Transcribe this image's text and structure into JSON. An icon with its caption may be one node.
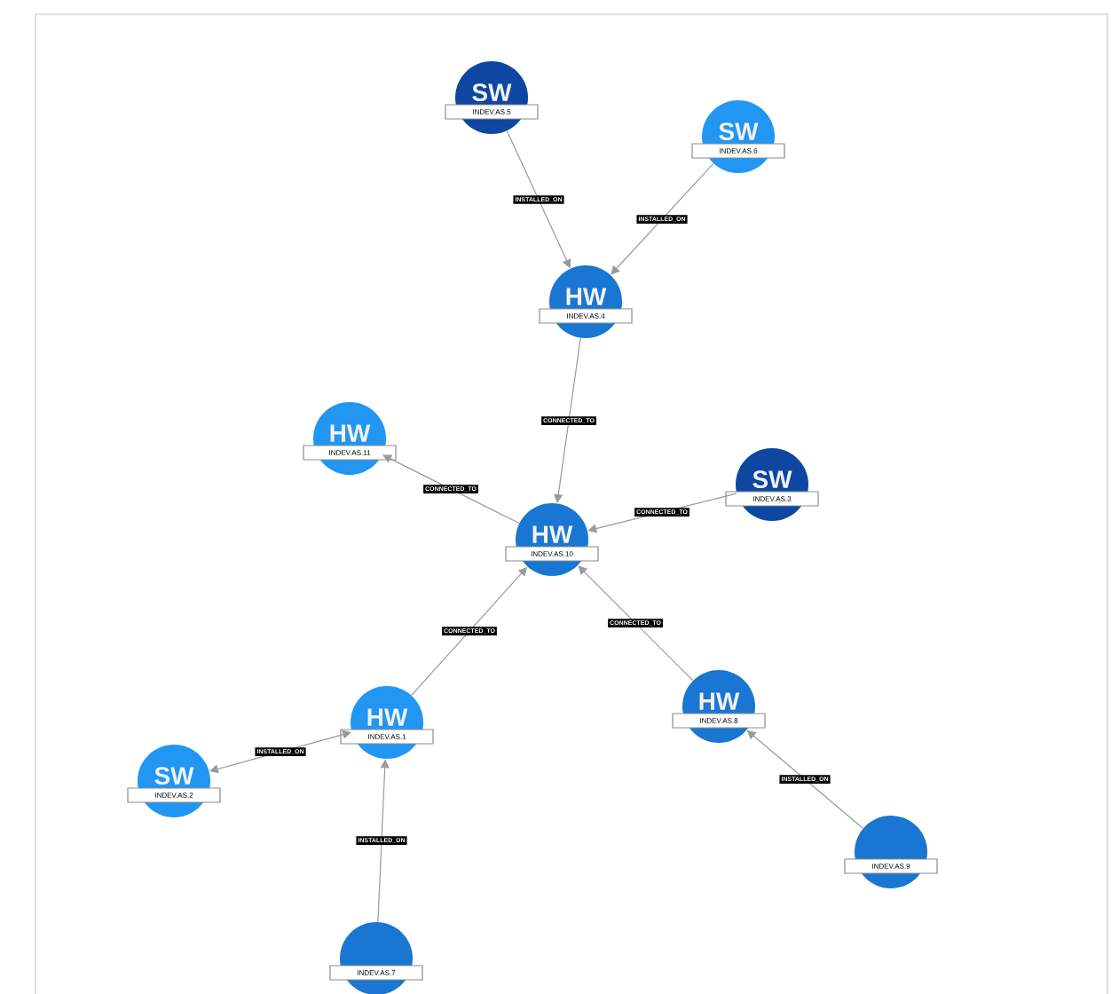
{
  "diagram": {
    "nodes": [
      {
        "text": [
          "SW",
          "INDEV.AS.5"
        ]
      },
      {
        "text": [
          "SW",
          "INDEV.AS.6"
        ]
      },
      {
        "text": [
          "HW",
          "INDEV.AS.4"
        ]
      },
      {
        "text": [
          "HW",
          "INDEV.AS.11"
        ]
      },
      {
        "text": [
          "SW",
          "INDEV.AS.3"
        ]
      },
      {
        "text": [
          "HW",
          "INDEV.AS.10"
        ]
      },
      {
        "text": [
          "HW",
          "INDEV.AS.1"
        ]
      },
      {
        "text": [
          "SW",
          "INDEV.AS.2"
        ]
      },
      {
        "text": [
          "HW",
          "INDEV.AS.8"
        ]
      },
      {
        "text": [
          "INDEV.AS.9"
        ]
      },
      {
        "text": [
          "INDEV.AS.7"
        ]
      }
    ],
    "edges": [
      {
        "from": 0,
        "to": 2,
        "arrow": "to",
        "label": "INSTALLED_ON"
      },
      {
        "from": 1,
        "to": 2,
        "arrow": "to",
        "label": "INSTALLED_ON"
      },
      {
        "from": 2,
        "to": 5,
        "arrow": "to",
        "label": "CONNECTED_TO"
      },
      {
        "from": 5,
        "to": 3,
        "arrow": "to",
        "label": "CONNECTED_TO"
      },
      {
        "from": 4,
        "to": 5,
        "arrow": "to",
        "label": "CONNECTED_TO"
      },
      {
        "from": 6,
        "to": 5,
        "arrow": "to",
        "label": "CONNECTED_TO"
      },
      {
        "from": 8,
        "to": 5,
        "arrow": "to",
        "label": "CONNECTED_TO"
      },
      {
        "from": 6,
        "to": 7,
        "arrow": "both",
        "label": "INSTALLED_ON"
      },
      {
        "from": 10,
        "to": 6,
        "arrow": "to",
        "label": "INSTALLED_ON"
      },
      {
        "from": 9,
        "to": 8,
        "arrow": "to",
        "label": "INSTALLED_ON"
      }
    ]
  }
}
